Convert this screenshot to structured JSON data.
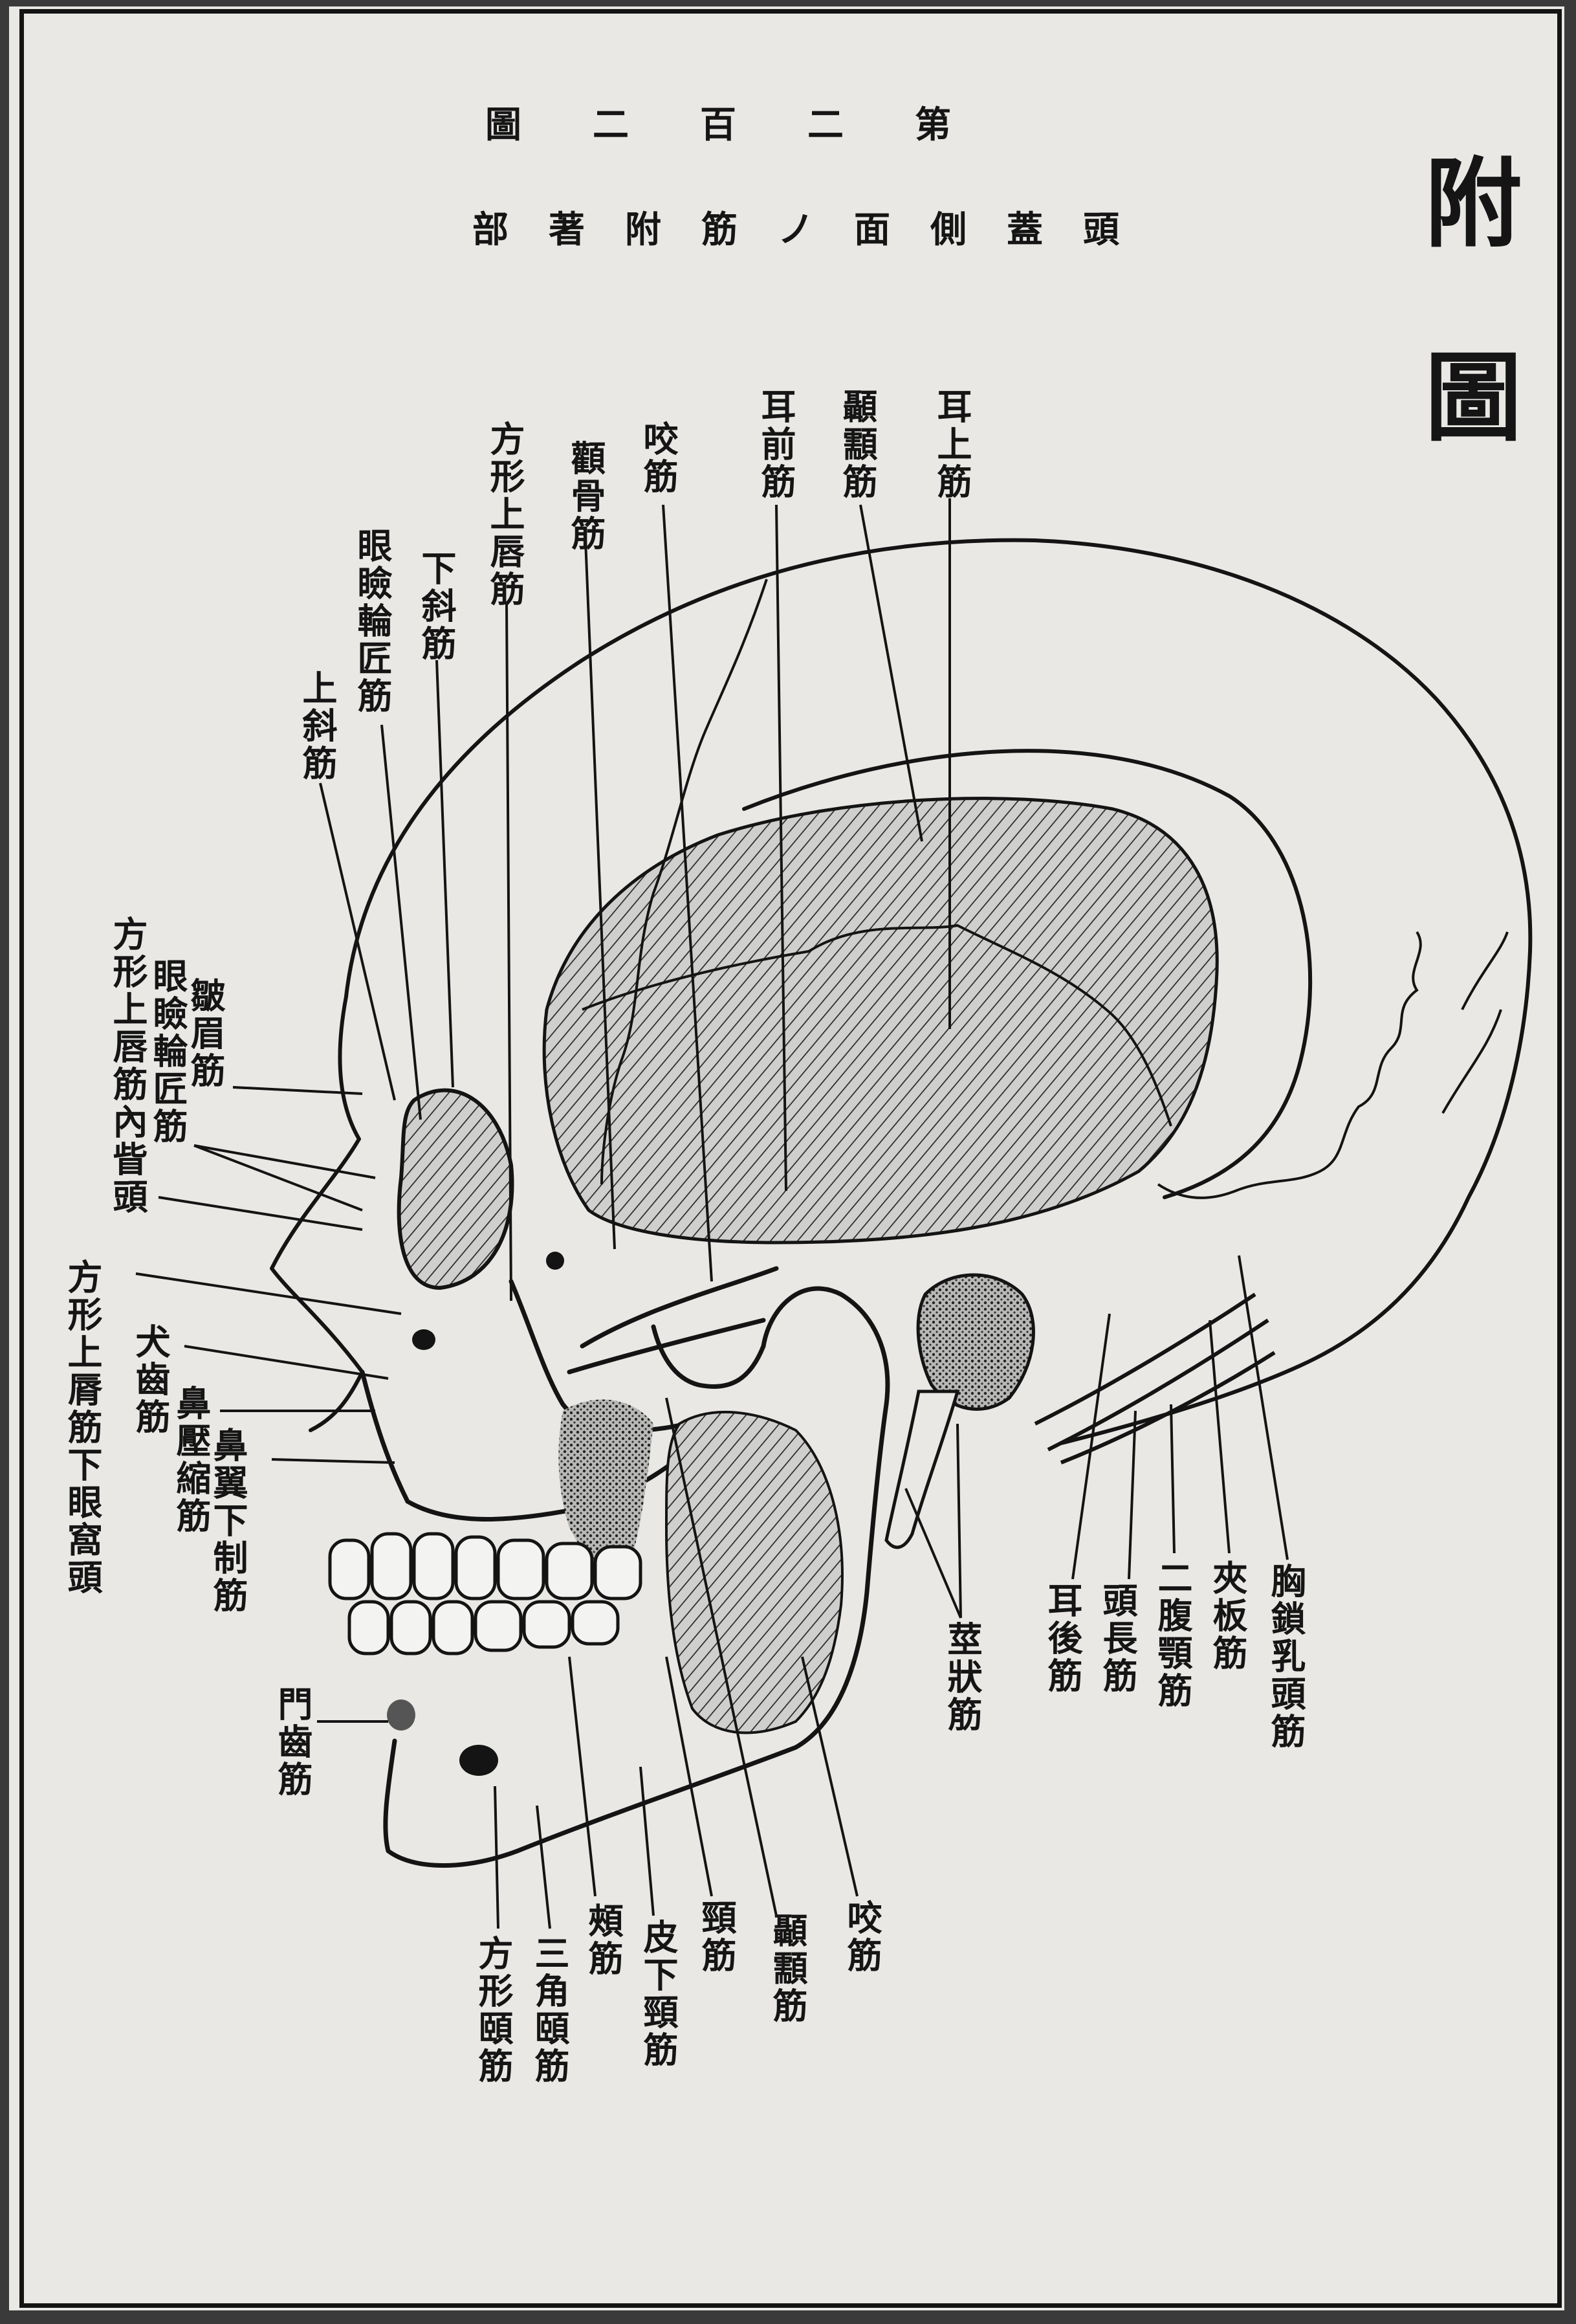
{
  "page": {
    "side_title": "附圖",
    "figure_number": "第二百二圖",
    "caption": "頭蓋側面ノ筋附著部"
  },
  "labels": {
    "l01": "耳上筋",
    "l02": "顳顬筋",
    "l03": "耳前筋",
    "l04": "咬筋",
    "l05": "顴骨筋",
    "l06": "方形上唇筋",
    "l07": "下斜筋",
    "l08": "眼瞼輪匠筋",
    "l09": "上斜筋",
    "l10": "方形上唇筋內眥頭",
    "l11": "眼瞼輪匠筋",
    "l12": "皺眉筋",
    "l13": "方形上脣筋下眼窩頭",
    "l14": "犬齒筋",
    "l15": "鼻壓縮筋",
    "l16": "鼻翼下制筋",
    "l17": "門齒筋",
    "l18": "方形頤筋",
    "l19": "三角頤筋",
    "l20": "頰筋",
    "l21": "皮下頸筋",
    "l22": "頸筋",
    "l23": "顳顬筋",
    "l24": "咬筋",
    "l25": "莖狀筋",
    "l26": "耳後筋",
    "l27": "頭長筋",
    "l28": "二腹顎筋",
    "l29": "夾板筋",
    "l30": "胸鎖乳頭筋"
  }
}
